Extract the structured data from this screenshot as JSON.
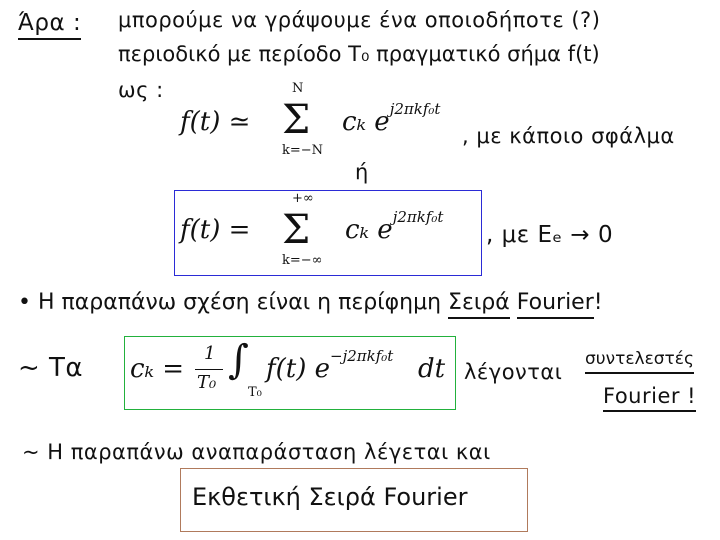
{
  "heading": "Άρα :",
  "intro": {
    "line1": "μπορούμε να γράψουμε ένα οποιοδήποτε (?)",
    "line2": "περιοδικό με περίοδο T₀ πραγματικό σήμα f(t)",
    "line3": "ως :"
  },
  "approx": {
    "lhs": "f(t) ≃",
    "sum": "Σ",
    "upper": "N",
    "lower": "k=−N",
    "term": "cₖ e",
    "exp": "j2πkf₀t",
    "note": ", με κάποιο σφάλμα",
    "or": "ή"
  },
  "exact": {
    "lhs": "f(t) =",
    "sum": "Σ",
    "upper": "+∞",
    "lower": "k=−∞",
    "term": "cₖ e",
    "exp": "j2πkf₀t",
    "note": ", με Eₑ → 0"
  },
  "bullet": {
    "text": "• Η παραπάνω σχέση είναι η περίφημη",
    "term1": "Σειρά",
    "term2": "Fourier",
    "mark": "!"
  },
  "coeffs": {
    "prefix": "~ Τα",
    "lhs": "cₖ =",
    "num": "1",
    "den": "T₀",
    "integral": "∫",
    "int_sub": "T₀",
    "body": "f(t) e",
    "exp": "−j2πkf₀t",
    "dt": "dt",
    "called": "λέγονται",
    "term1": "συντελεστές",
    "term2": "Fourier !"
  },
  "final": {
    "text": "~ Η παραπάνω αναπαράσταση λέγεται και",
    "boxed": "Εκθετική Σειρά Fourier"
  },
  "colors": {
    "blue_box": "#2b2bd6",
    "green_box": "#22b13c",
    "brown_box": "#b07a5c"
  }
}
